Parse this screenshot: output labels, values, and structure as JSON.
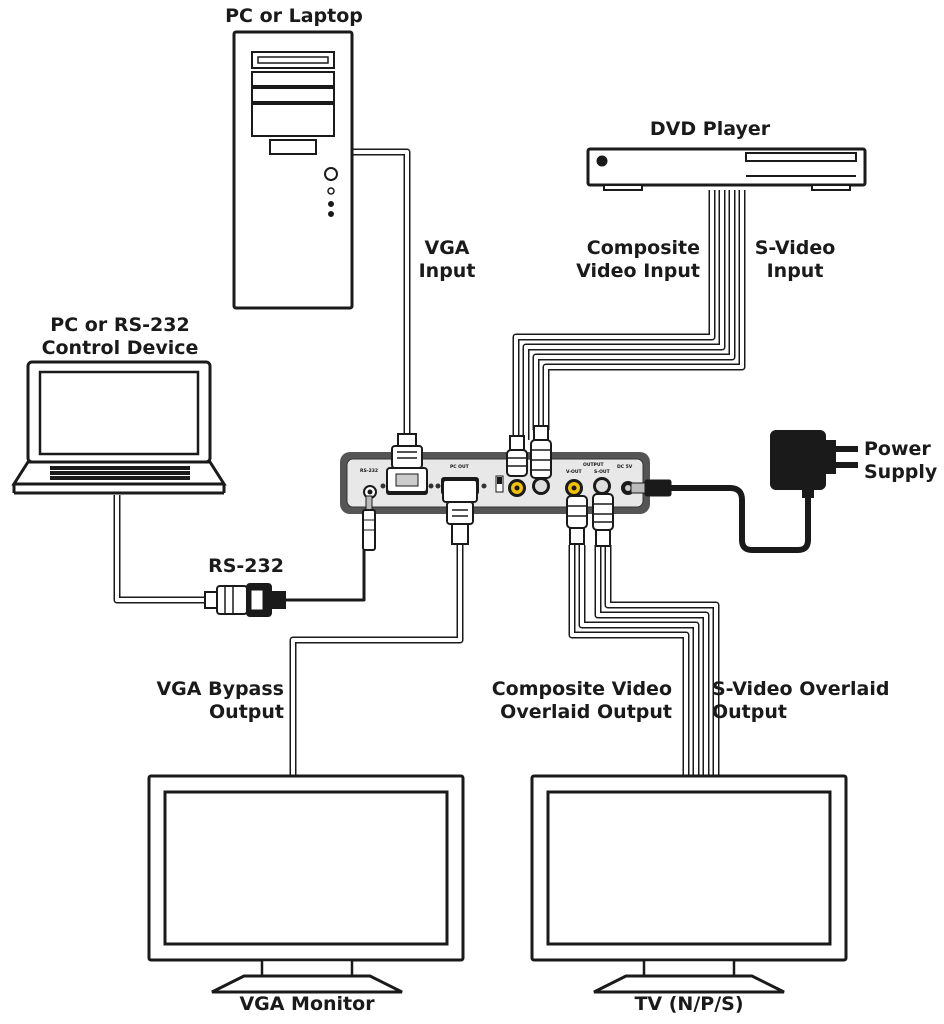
{
  "labels": {
    "pc_laptop": "PC or Laptop",
    "dvd_player": "DVD Player",
    "vga_input": [
      "VGA",
      "Input"
    ],
    "composite_video_input": [
      "Composite",
      "Video Input"
    ],
    "s_video_input": [
      "S-Video",
      "Input"
    ],
    "pc_rs232_control": [
      "PC or RS-232",
      "Control Device"
    ],
    "power_supply": [
      "Power",
      "Supply"
    ],
    "rs232": "RS-232",
    "vga_bypass_output": [
      "VGA Bypass",
      "Output"
    ],
    "composite_video_overlaid_output": [
      "Composite Video",
      "Overlaid Output"
    ],
    "s_video_overlaid_output": [
      "S-Video Overlaid",
      "Output"
    ],
    "vga_monitor": "VGA Monitor",
    "tv": "TV (N/P/S)"
  },
  "device_panel": {
    "rs232_port": "RS-232",
    "pc_out_port": "PC OUT",
    "output_group": "OUTPUT",
    "v_out_port": "V-OUT",
    "s_out_port": "S-OUT",
    "dc_port": "DC 5V"
  },
  "colors": {
    "line": "#1a1a1a",
    "device_body": "#555555",
    "device_face": "#e8e8e8",
    "background": "#ffffff"
  },
  "icons": [
    "pc-tower-icon",
    "laptop-icon",
    "dvd-player-icon",
    "power-adapter-icon",
    "vga-monitor-icon",
    "tv-icon"
  ]
}
